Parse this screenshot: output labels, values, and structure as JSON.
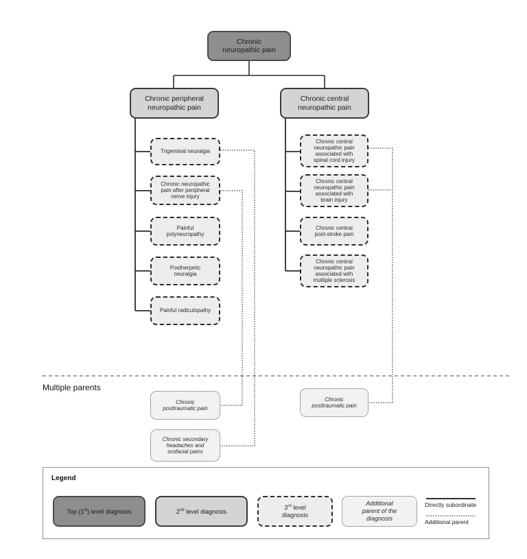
{
  "diagram": {
    "title_node": {
      "label": "Chronic\nneuropathic pain",
      "level": "1"
    },
    "level2": [
      {
        "label": "Chronic peripheral\nneuropathic pain"
      },
      {
        "label": "Chronic central\nneuropathic pain"
      }
    ],
    "peripheral_children": [
      {
        "label": "Trigeminal neuralgia"
      },
      {
        "label": "Chronic neuropathic\npain after peripheral\nnerve injury"
      },
      {
        "label": "Painful\npolyneuropathy"
      },
      {
        "label": "Postherpetic\nneuralgia"
      },
      {
        "label": "Painful radiculopathy"
      }
    ],
    "central_children": [
      {
        "label": "Chronic central\nneuropathic pain\nassociated with\nspinal cord injury"
      },
      {
        "label": "Chronic central\nneuropathic pain\nassociated with\nbrain injury"
      },
      {
        "label": "Chronic central\npost-stroke pain"
      },
      {
        "label": "Chronic central\nneuropathic pain\nassociated with\nmultiple sclerosis"
      }
    ],
    "multiple_parents_label": "Multiple parents",
    "multiple_parents_nodes": [
      {
        "label": "Chronic\nposttraumatic pain"
      },
      {
        "label": "Chronic secondary\nheadaches and\norofacial pains"
      },
      {
        "label": "Chronic\nposttraumatic pain"
      }
    ]
  },
  "legend": {
    "title": "Legend",
    "items": [
      {
        "label": "Top (1st) level diagnosis",
        "label_html": "Top (1<sup>st</sup>)  level diagnosis",
        "style": "lvl1"
      },
      {
        "label": "2nd level diagnosis",
        "label_html": "2<sup>nd</sup> level diagnosis",
        "style": "lvl2"
      },
      {
        "label": "3rd level diagnosis",
        "label_html": "3<sup>rd</sup> level<br>diagnosis",
        "style": "lvl3"
      },
      {
        "label": "Additional parent of the diagnosis",
        "label_html": "Additional<br>parent of the<br>diagnosis",
        "style": "addp"
      }
    ],
    "line_keys": [
      {
        "label": "Directly subordinate",
        "style": "solid"
      },
      {
        "label": "Additional parent",
        "style": "dotted"
      }
    ]
  },
  "colors": {
    "level1_fill": "#8e8e8e",
    "level2_fill": "#d4d4d4",
    "level3_fill": "#ededed",
    "additional_parent_fill": "#f2f2f2",
    "stroke_dark": "#2b2b2b",
    "stroke_light": "#555555"
  }
}
